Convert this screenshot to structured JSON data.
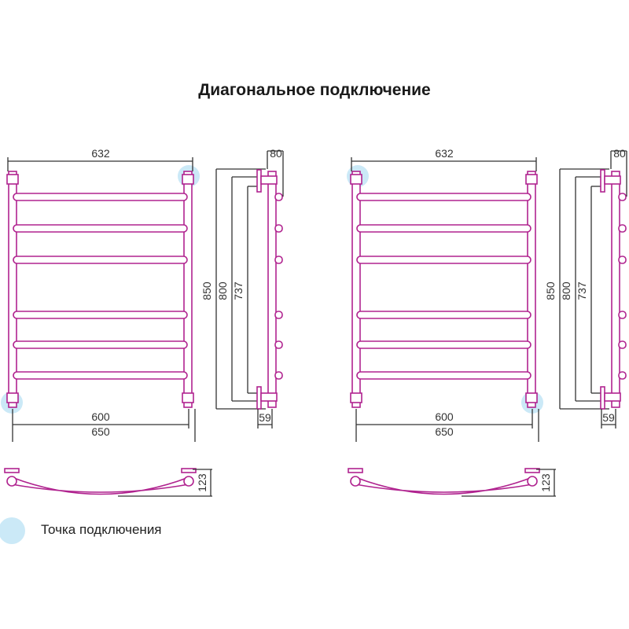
{
  "title": "Диагональное подключение",
  "legend": {
    "label": "Точка подключения",
    "color": "#cbe9f7"
  },
  "colors": {
    "pipe": "#b0238f",
    "dimension": "#333333"
  },
  "diagrams": [
    {
      "name": "left",
      "dims": {
        "width_top": "632",
        "side_depth": "80",
        "height_total": "850",
        "height_mid": "800",
        "height_axis": "737",
        "axis_width": "600",
        "total_width": "650",
        "wall_offset": "59",
        "top_depth": "123"
      }
    },
    {
      "name": "right",
      "dims": {
        "width_top": "632",
        "side_depth": "80",
        "height_total": "850",
        "height_mid": "800",
        "height_axis": "737",
        "axis_width": "600",
        "total_width": "650",
        "wall_offset": "59",
        "top_depth": "123"
      }
    }
  ]
}
